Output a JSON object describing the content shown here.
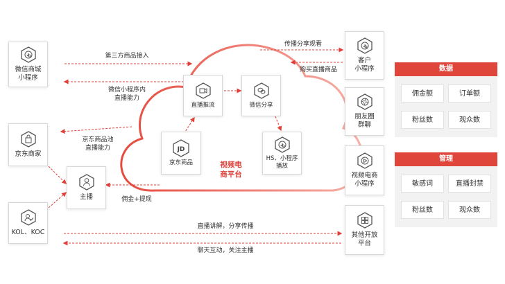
{
  "left_nodes": {
    "wechat_mini": "微信商城\n小程序",
    "jd_merchant": "京东商家",
    "kol": "KOL、KOC",
    "anchor": "主播"
  },
  "right_nodes": {
    "customer": "客户\n小程序",
    "moments": "朋友圈\n群聊",
    "video_mini": "视频电商\n小程序",
    "other": "其他开放\n平台"
  },
  "cloud": {
    "title": "视频电\n商平台",
    "live_push": "直播推流",
    "wechat_share": "微信分享",
    "jd_goods": "京东商品",
    "hs_mini": "HS、小程序\n播放"
  },
  "arrows": {
    "third_party": "第三方商品接入",
    "wechat_ability": "微信小程序内\n直播能力",
    "jd_pool": "京东商品池\n直播能力",
    "commission": "佣金+提现",
    "share_watch": "传播分享观看",
    "buy_live": "购买直播商品",
    "explain": "直播讲解，分享传播",
    "chat": "聊天互动，关注主播"
  },
  "panels": {
    "data": {
      "title": "数据",
      "items": [
        "佣金额",
        "订单额",
        "粉丝数",
        "观众数"
      ]
    },
    "manage": {
      "title": "管理",
      "items": [
        "敏感词",
        "直播封禁",
        "粉丝数",
        "观众数"
      ]
    }
  },
  "colors": {
    "accent": "#e0453c",
    "arrow": "#e0403a",
    "panel_bg": "#f2f2f2",
    "icon": "#555555"
  }
}
